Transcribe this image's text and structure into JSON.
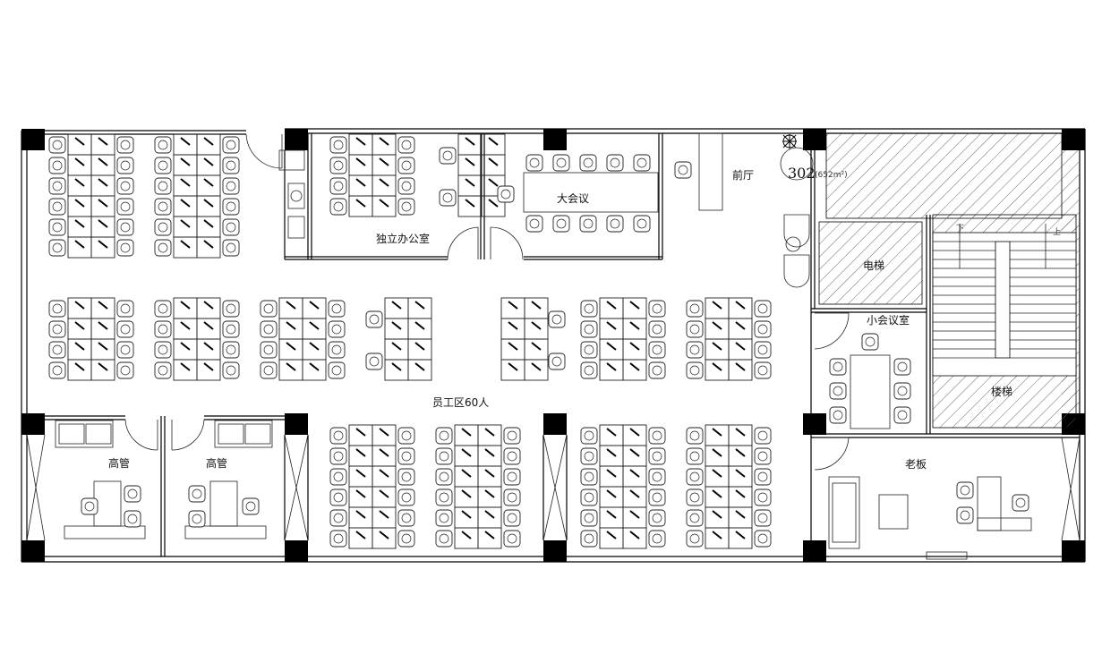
{
  "plan": {
    "unit_label": "302",
    "unit_area": "(652m²)",
    "rooms": {
      "independent_office": "独立办公室",
      "large_meeting": "大会议",
      "front_hall": "前厅",
      "elevator": "电梯",
      "small_meeting": "小会议室",
      "staircase": "楼梯",
      "staff_area": "员工区60人",
      "exec_left": "高管",
      "exec_right": "高管",
      "boss": "老板"
    },
    "stair_marks": {
      "down": "下",
      "up": "上"
    }
  },
  "colors": {
    "line": "#000000",
    "hatch": "#555555",
    "column": "#000000",
    "background": "#ffffff"
  },
  "icons": [
    "plant-icon",
    "chair-icon",
    "monitor-icon",
    "door-swing-icon",
    "sofa-icon",
    "toilet-icon",
    "sink-icon"
  ]
}
